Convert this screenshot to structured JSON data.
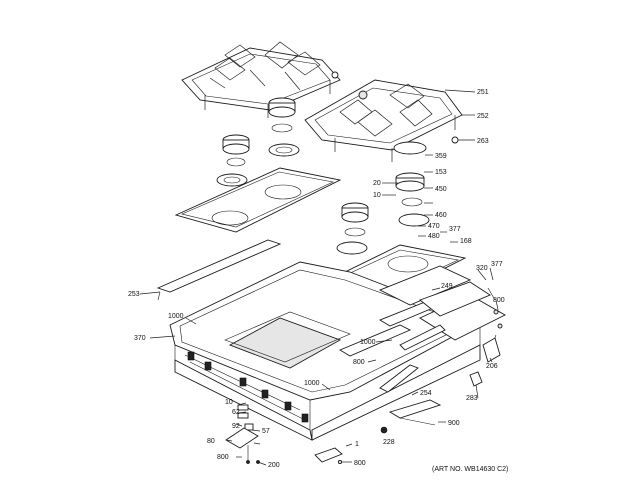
{
  "art_number": "(ART NO. WB14630 C2)",
  "callouts": [
    "251",
    "252",
    "263",
    "359",
    "153",
    "20",
    "450",
    "10",
    "460",
    "470",
    "480",
    "377",
    "168",
    "320",
    "377",
    "800",
    "253",
    "249",
    "1000",
    "370",
    "1000",
    "800",
    "206",
    "1000",
    "254",
    "283",
    "10",
    "62",
    "92",
    "57",
    "80",
    "800",
    "200",
    "900",
    "228",
    "1",
    "800"
  ]
}
